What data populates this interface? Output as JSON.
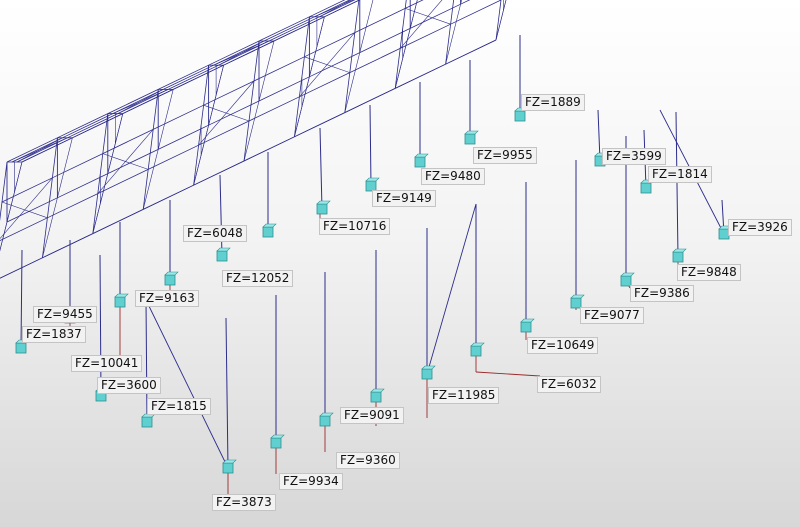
{
  "reactions": [
    {
      "id": "r01",
      "text": "FZ=1889"
    },
    {
      "id": "r02",
      "text": "FZ=9955"
    },
    {
      "id": "r03",
      "text": "FZ=3599"
    },
    {
      "id": "r04",
      "text": "FZ=1814"
    },
    {
      "id": "r05",
      "text": "FZ=9480"
    },
    {
      "id": "r06",
      "text": "FZ=9149"
    },
    {
      "id": "r07",
      "text": "FZ=10716"
    },
    {
      "id": "r08",
      "text": "FZ=6048"
    },
    {
      "id": "r09",
      "text": "FZ=3926"
    },
    {
      "id": "r10",
      "text": "FZ=9848"
    },
    {
      "id": "r11",
      "text": "FZ=12052"
    },
    {
      "id": "r12",
      "text": "FZ=9386"
    },
    {
      "id": "r13",
      "text": "FZ=9163"
    },
    {
      "id": "r14",
      "text": "FZ=9077"
    },
    {
      "id": "r15",
      "text": "FZ=9455"
    },
    {
      "id": "r16",
      "text": "FZ=1837"
    },
    {
      "id": "r17",
      "text": "FZ=10649"
    },
    {
      "id": "r18",
      "text": "FZ=10041"
    },
    {
      "id": "r19",
      "text": "FZ=6032"
    },
    {
      "id": "r20",
      "text": "FZ=3600"
    },
    {
      "id": "r21",
      "text": "FZ=11985"
    },
    {
      "id": "r22",
      "text": "FZ=1815"
    },
    {
      "id": "r23",
      "text": "FZ=9091"
    },
    {
      "id": "r24",
      "text": "FZ=9360"
    },
    {
      "id": "r25",
      "text": "FZ=9934"
    },
    {
      "id": "r26",
      "text": "FZ=3873"
    }
  ],
  "colors": {
    "frame": "#2d2d8c",
    "support": "#5fcfcf",
    "support_edge": "#2f8f8f",
    "leader": "#9a2b2b"
  }
}
